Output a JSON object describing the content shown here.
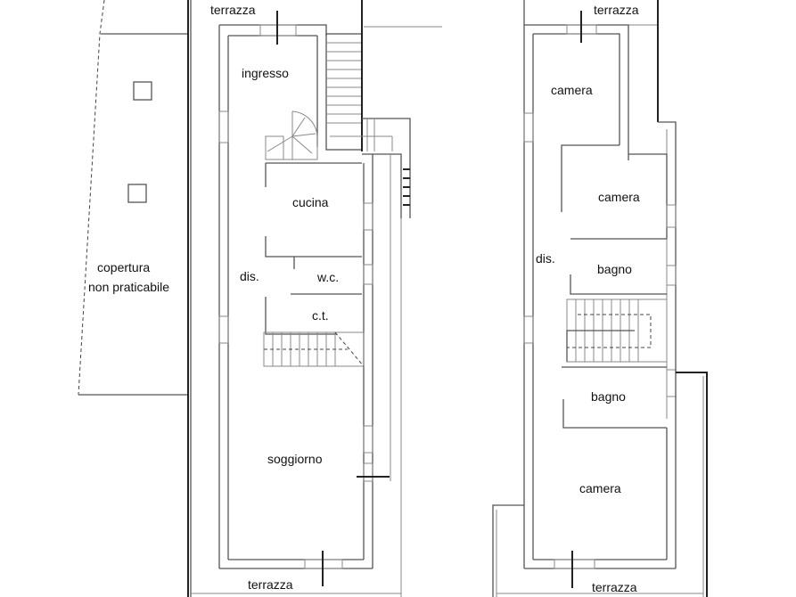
{
  "plan": {
    "ground_floor": {
      "rooms": [
        {
          "id": "terrazza-top",
          "label": "terrazza"
        },
        {
          "id": "ingresso",
          "label": "ingresso"
        },
        {
          "id": "cucina",
          "label": "cucina"
        },
        {
          "id": "dis",
          "label": "dis."
        },
        {
          "id": "wc",
          "label": "w.c."
        },
        {
          "id": "ct",
          "label": "c.t."
        },
        {
          "id": "soggiorno",
          "label": "soggiorno"
        },
        {
          "id": "terrazza-bottom",
          "label": "terrazza"
        }
      ]
    },
    "roof": {
      "label_line1": "copertura",
      "label_line2": "non praticabile"
    },
    "first_floor": {
      "rooms": [
        {
          "id": "terrazza-top",
          "label": "terrazza"
        },
        {
          "id": "camera-1",
          "label": "camera"
        },
        {
          "id": "camera-2",
          "label": "camera"
        },
        {
          "id": "dis",
          "label": "dis."
        },
        {
          "id": "bagno-1",
          "label": "bagno"
        },
        {
          "id": "bagno-2",
          "label": "bagno"
        },
        {
          "id": "camera-3",
          "label": "camera"
        },
        {
          "id": "terrazza-bottom",
          "label": "terrazza"
        }
      ]
    }
  }
}
